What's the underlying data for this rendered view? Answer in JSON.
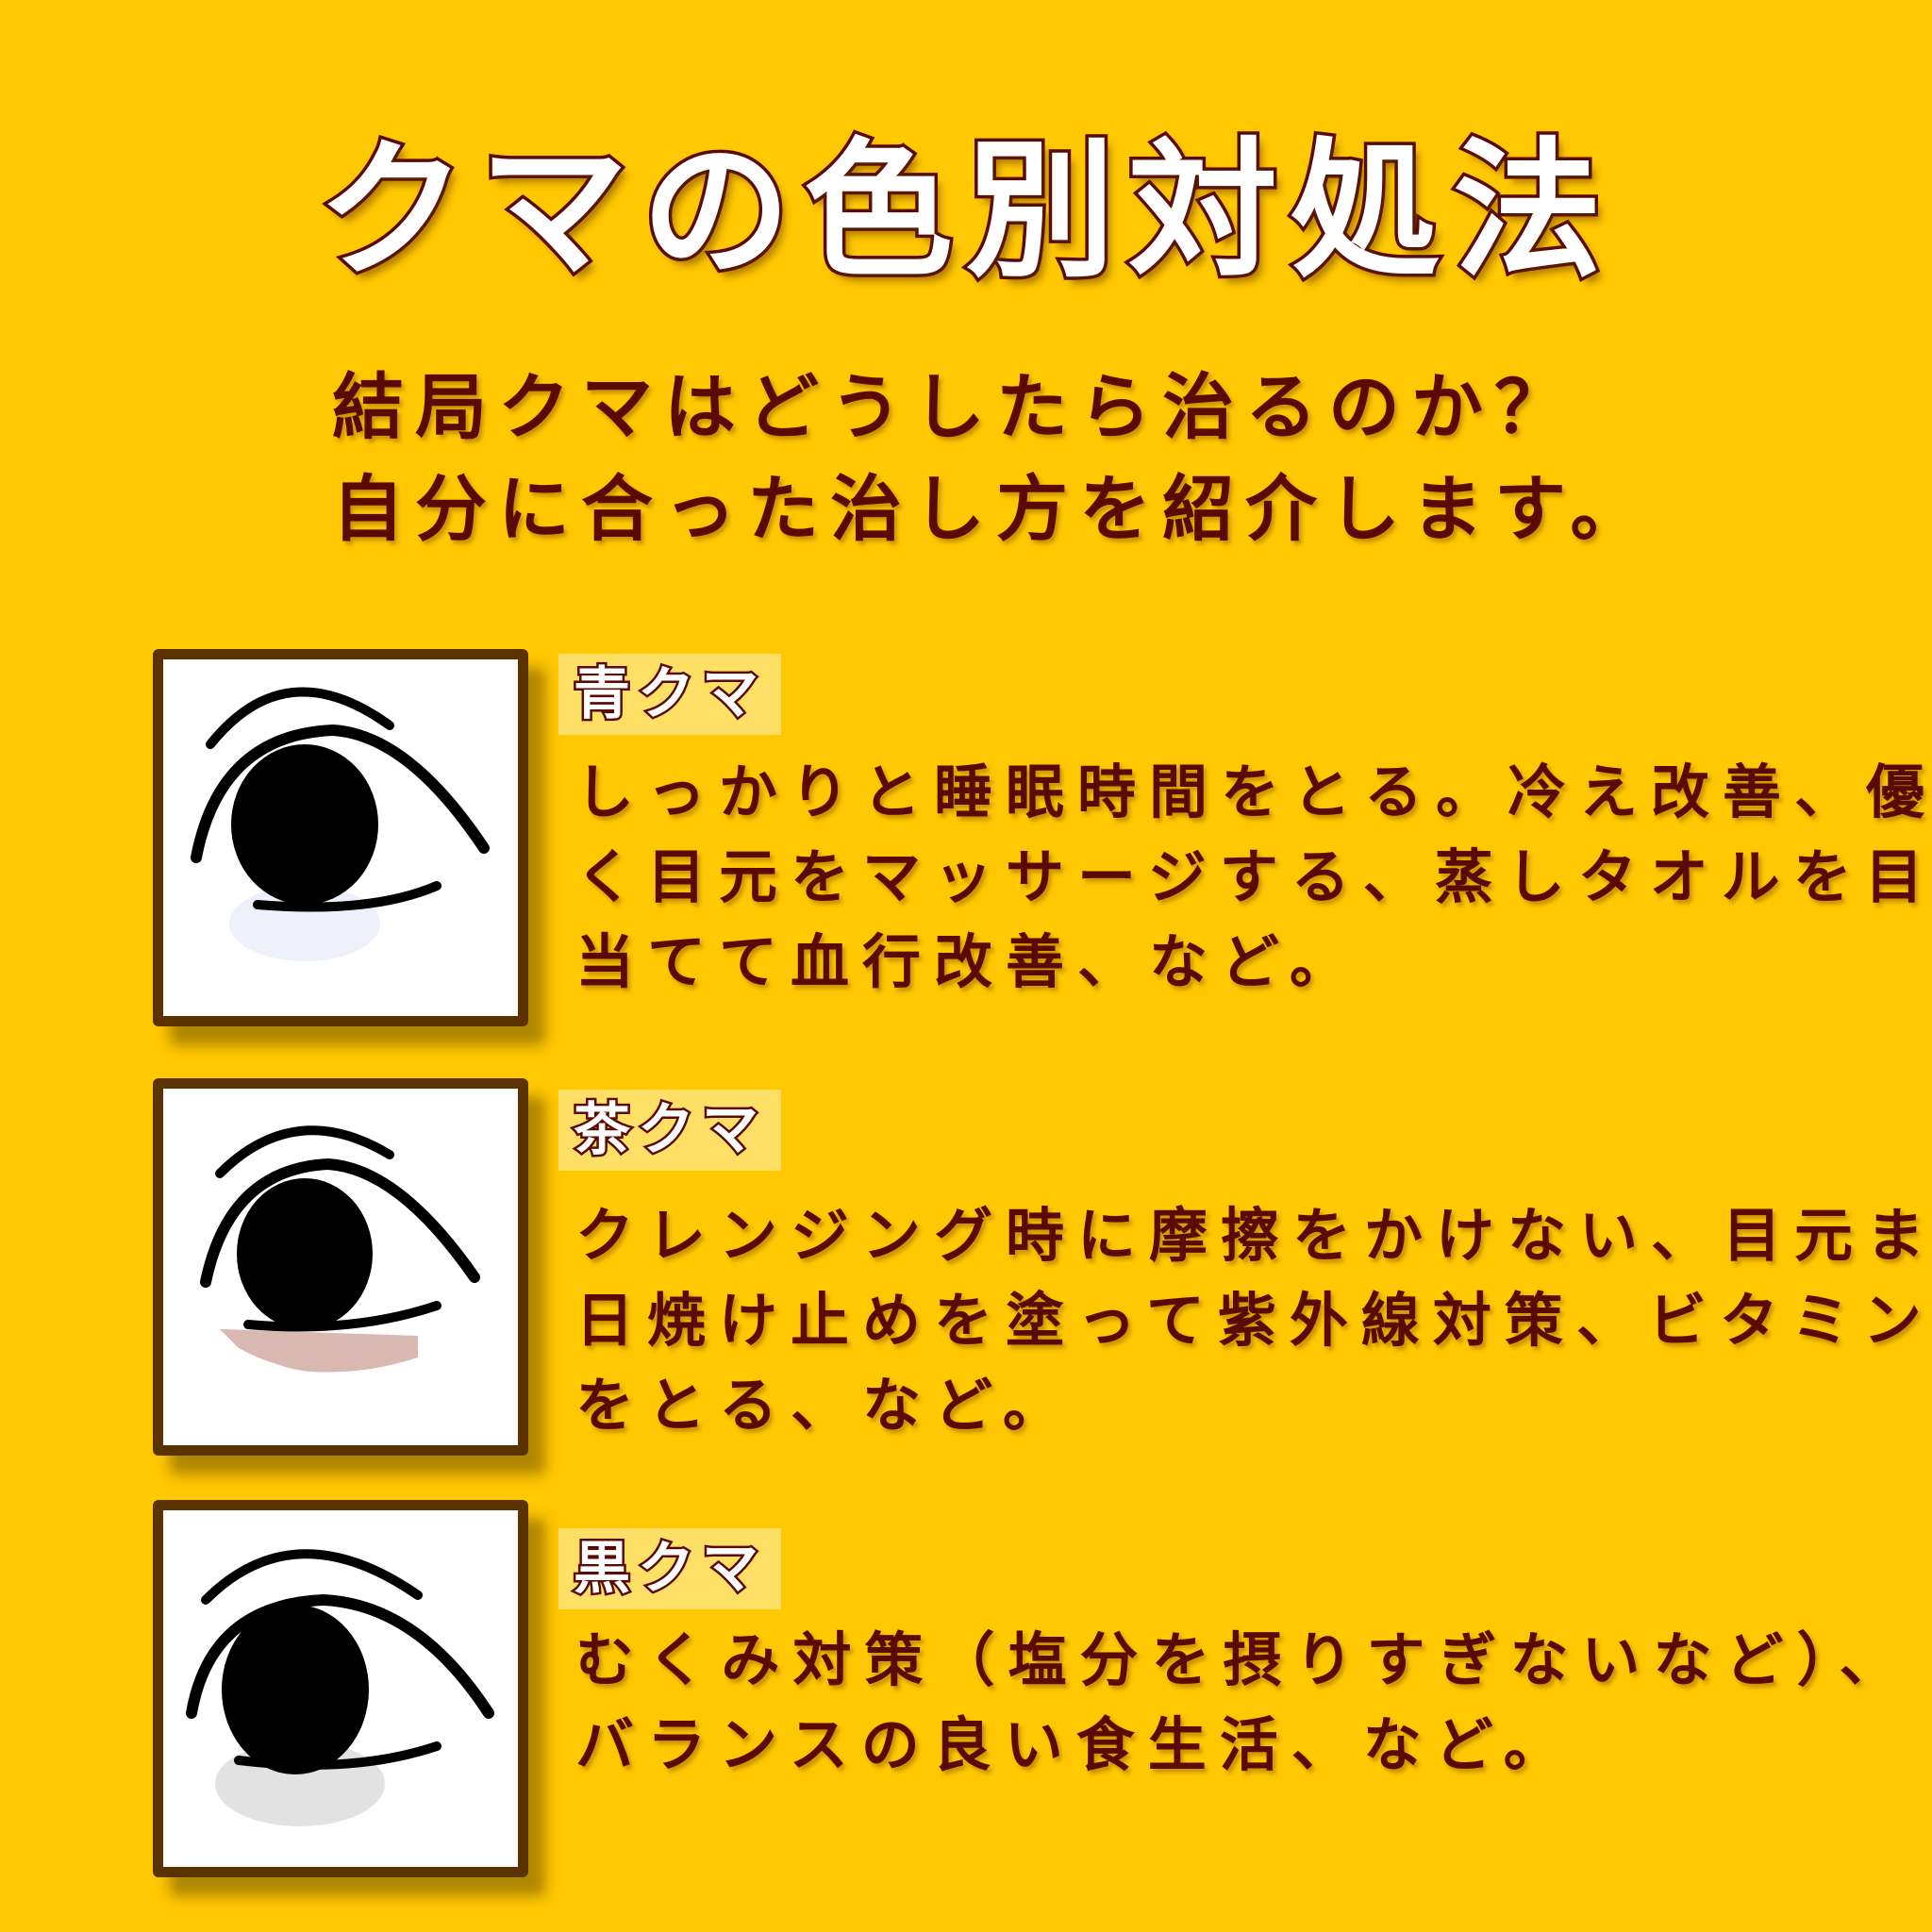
{
  "title": "クマの色別対処法",
  "subtitle": [
    "結局クマはどうしたら治るのか？",
    "自分に合った治し方を紹介します。"
  ],
  "colors": {
    "background": "#FFC800",
    "text": "#5a0a00",
    "frame": "#5a3300",
    "label_bg": "#FFE066"
  },
  "sections": [
    {
      "label": "青クマ",
      "shadow_color": "#EEF0FB",
      "lines": [
        "しっかりと睡眠時間をとる。冷え改善、優し",
        "く目元をマッサージする、蒸しタオルを目に",
        "当てて血行改善、など。"
      ]
    },
    {
      "label": "茶クマ",
      "shadow_color": "#D8B8B0",
      "lines": [
        "クレンジング時に摩擦をかけない、目元まで",
        "日焼け止めを塗って紫外線対策、ビタミンC",
        "をとる、など。"
      ]
    },
    {
      "label": "黒クマ",
      "shadow_color": "#E2E2E2",
      "lines": [
        "むくみ対策（塩分を摂りすぎないなど）、",
        "バランスの良い食生活、など。"
      ]
    }
  ]
}
